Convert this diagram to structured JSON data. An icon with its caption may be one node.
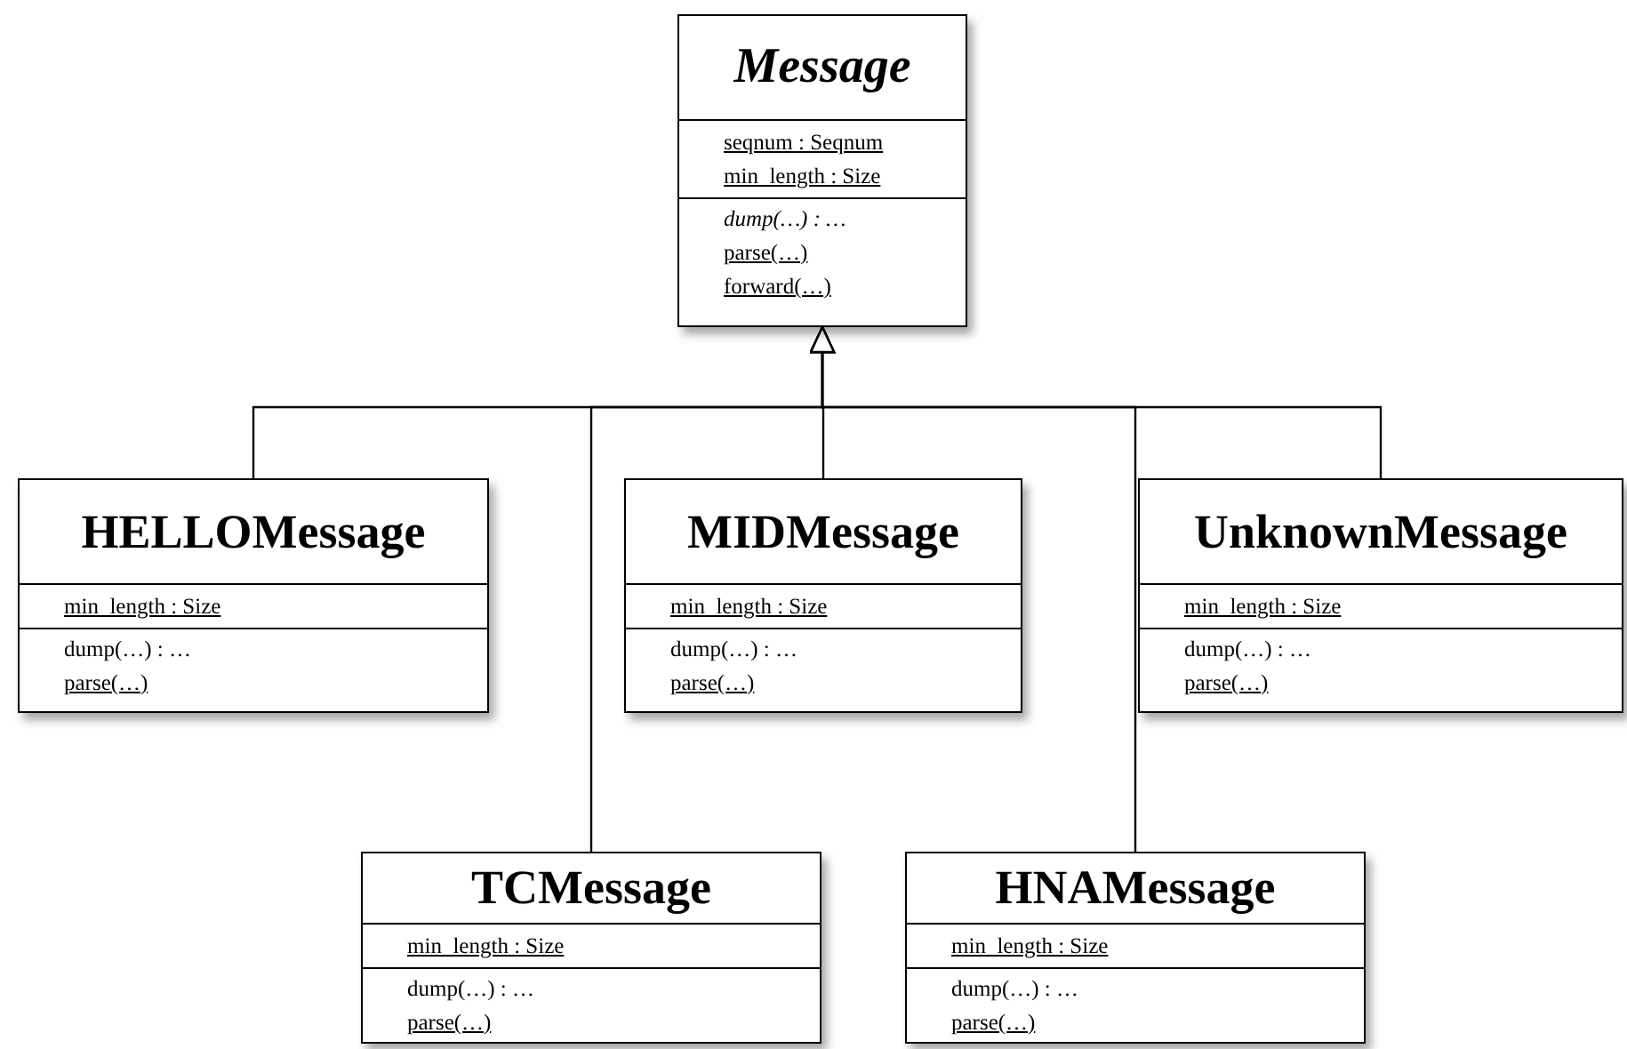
{
  "diagram": {
    "nodes": [
      {
        "text": [
          "Message",
          "seqnum : Seqnum",
          "min_length : Size",
          "dump(…) : …",
          "parse(…)",
          "forward(…)"
        ]
      },
      {
        "text": [
          "HELLOMessage",
          "min_length : Size",
          "dump(…) : …",
          "parse(…)"
        ]
      },
      {
        "text": [
          "MIDMessage",
          "min_length : Size",
          "dump(…) : …",
          "parse(…)"
        ]
      },
      {
        "text": [
          "UnknownMessage",
          "min_length : Size",
          "dump(…) : …",
          "parse(…)"
        ]
      },
      {
        "text": [
          "TCMessage",
          "min_length : Size",
          "dump(…) : …",
          "parse(…)"
        ]
      },
      {
        "text": [
          "HNAMessage",
          "min_length : Size",
          "dump(…) : …",
          "parse(…)"
        ]
      }
    ],
    "edges": [
      {
        "from": 1,
        "to": 0,
        "arrow": "to"
      },
      {
        "from": 4,
        "to": 0,
        "arrow": "to"
      },
      {
        "from": 2,
        "to": 0,
        "arrow": "to"
      },
      {
        "from": 5,
        "to": 0,
        "arrow": "to"
      },
      {
        "from": 3,
        "to": 0,
        "arrow": "to"
      }
    ]
  }
}
